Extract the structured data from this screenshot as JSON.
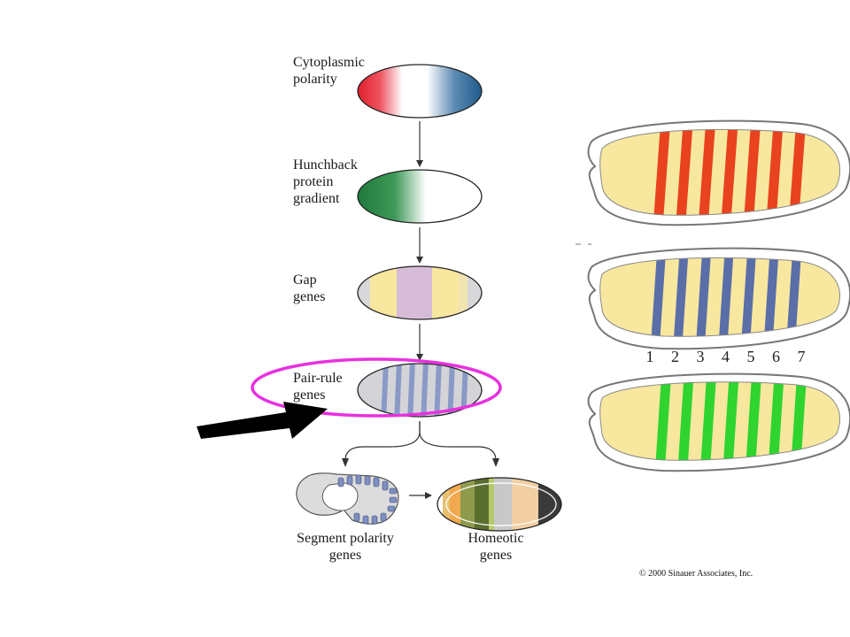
{
  "colors": {
    "yolk": "#f8e79f",
    "red_stripe": "#e8421e",
    "blue_stripe": "#5a6ea8",
    "green_stripe": "#2fd42f",
    "pink_highlight": "#e830e0",
    "hunchback_green": "#1f7a3c",
    "anterior_red": "#e01e2b",
    "posterior_blue": "#1e5b8c",
    "gap_purple": "#d6bcd6",
    "pair_rule_gray": "#d4d4d8",
    "pair_rule_band": "#8a9ac6",
    "arrow": "#000000"
  },
  "labels": {
    "cytoplasmic_polarity": "Cytoplasmic\npolarity",
    "hunchback": "Hunchback\nprotein\ngradient",
    "gap": "Gap\ngenes",
    "pair_rule": "Pair-rule\ngenes",
    "segment_polarity": "Segment polarity\ngenes",
    "homeotic": "Homeotic\ngenes"
  },
  "stripe_numbers": [
    "1",
    "2",
    "3",
    "4",
    "5",
    "6",
    "7"
  ],
  "stripe_counts": {
    "red_embryo": 7,
    "blue_embryo": 7,
    "green_embryo": 7,
    "pair_rule_embryo": 7
  },
  "copyright": "© 2000 Sinauer Associates, Inc."
}
